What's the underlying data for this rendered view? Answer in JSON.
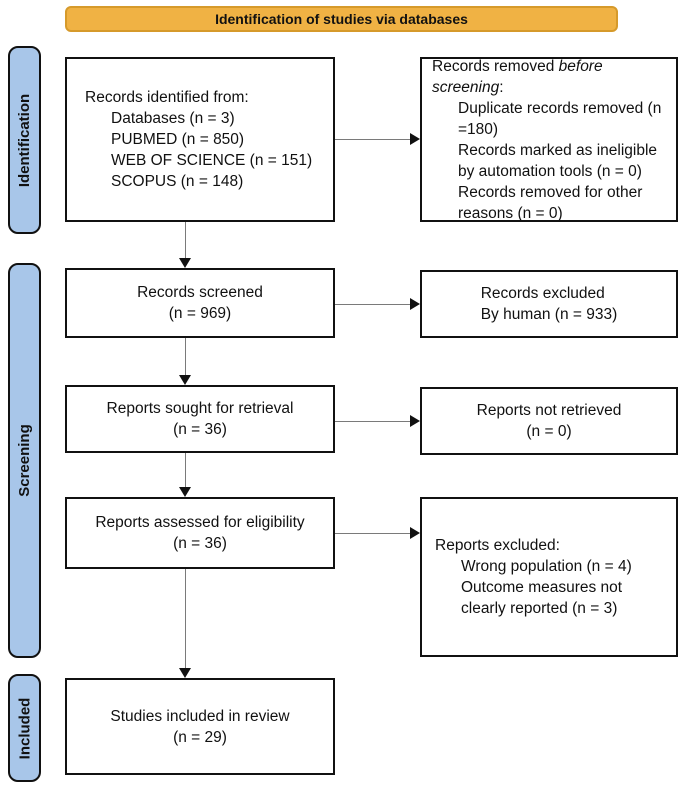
{
  "banner": {
    "title": "Identification of studies via databases"
  },
  "stages": {
    "identification": "Identification",
    "screening": "Screening",
    "included": "Included"
  },
  "boxes": {
    "records_identified": {
      "heading": "Records identified from:",
      "items": [
        "Databases (n = 3)",
        "PUBMED (n = 850)",
        "WEB OF SCIENCE (n = 151)",
        "SCOPUS (n = 148)"
      ]
    },
    "records_removed": {
      "heading_prefix": "Records removed ",
      "heading_italic": "before screening",
      "heading_suffix": ":",
      "items": [
        "Duplicate records removed (n =180)",
        "Records marked as ineligible by automation tools (n = 0)",
        "Records removed for other reasons (n = 0)"
      ]
    },
    "records_screened": {
      "line1": "Records screened",
      "line2": "(n = 969)"
    },
    "records_excluded": {
      "line1": "Records excluded",
      "line2": "By human (n = 933)"
    },
    "reports_sought": {
      "line1": "Reports sought for retrieval",
      "line2": "(n = 36)"
    },
    "reports_not_retrieved": {
      "line1": "Reports not retrieved",
      "line2": "(n = 0)"
    },
    "reports_assessed": {
      "line1": "Reports assessed for eligibility",
      "line2": "(n = 36)"
    },
    "reports_excluded": {
      "heading": "Reports excluded:",
      "items": [
        "Wrong population (n = 4)",
        "Outcome measures not clearly reported (n = 3)"
      ]
    },
    "studies_included": {
      "line1": "Studies included in review",
      "line2": "(n = 29)"
    }
  },
  "colors": {
    "banner_fill": "#F0B244",
    "banner_border": "#D69A2B",
    "stage_fill": "#A8C6E9",
    "box_border": "#111111",
    "arrow_line": "#7a7a7a",
    "arrow_head": "#111111"
  }
}
